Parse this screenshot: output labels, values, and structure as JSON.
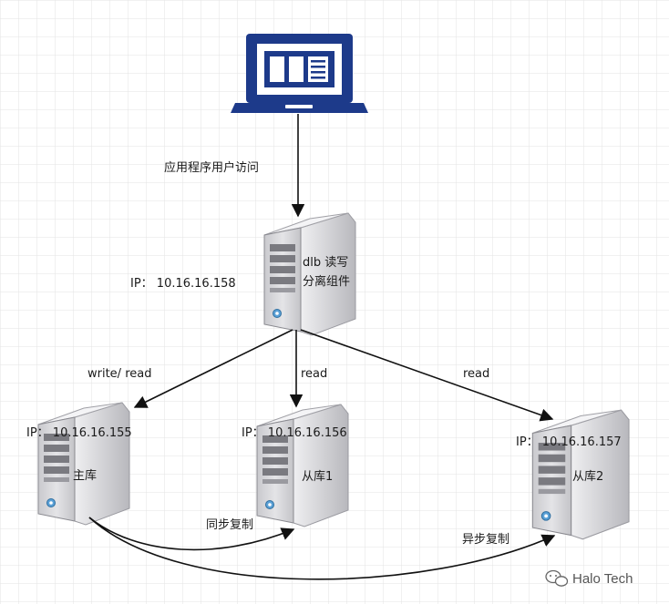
{
  "client": {
    "label": "应用程序用户访问"
  },
  "balancer": {
    "name_line1": "dlb 读写",
    "name_line2": "分离组件",
    "ip": "IP： 10.16.16.158"
  },
  "master": {
    "name": "主库",
    "ip": "IP： 10.16.16.155",
    "edge_label": "write/ read"
  },
  "slave1": {
    "name": "从库1",
    "ip": "IP： 10.16.16.156",
    "edge_label": "read"
  },
  "slave2": {
    "name": "从库2",
    "ip": "IP： 10.16.16.157",
    "edge_label": "read"
  },
  "replication": {
    "sync_label": "同步复制",
    "async_label": "异步复制"
  },
  "watermark": {
    "text": "Halo Tech"
  },
  "colors": {
    "laptop": "#1d3a8a",
    "server_light": "#dcdcde",
    "server_dark": "#8a8a90",
    "grid": "#e3e3e3",
    "line": "#111111"
  }
}
